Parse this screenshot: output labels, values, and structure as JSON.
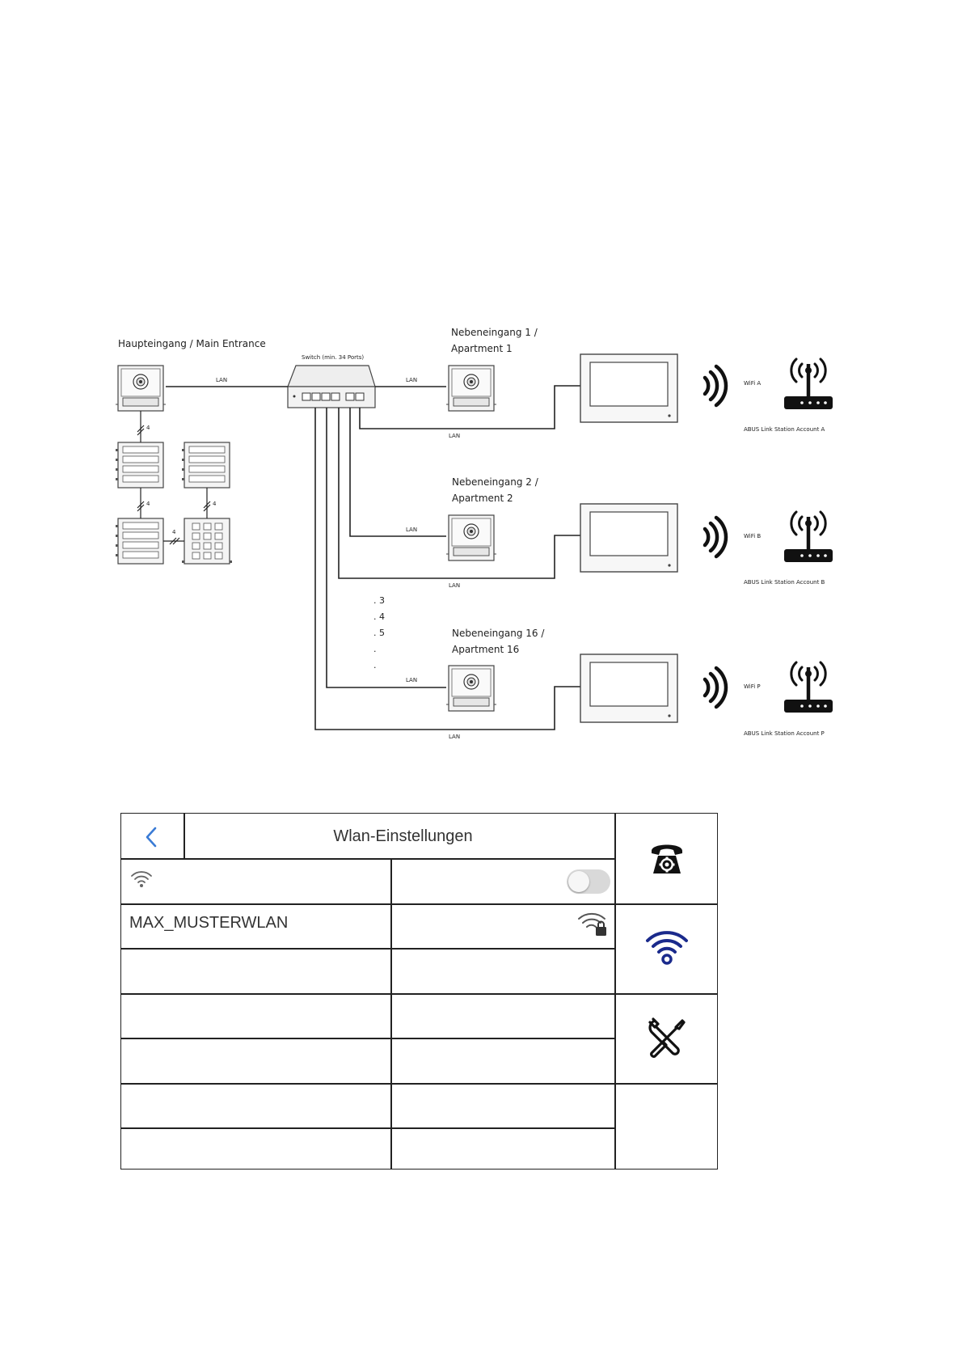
{
  "diagram": {
    "main_entrance_label": "Haupteingang / Main Entrance",
    "switch_label": "Switch (min. 34 Ports)",
    "lan": "LAN",
    "bus_count": "4",
    "apartments": [
      {
        "line1": "Nebeneingang 1 /",
        "line2": "Apartment 1",
        "wifi": "WiFi A",
        "account": "ABUS Link Station Account A"
      },
      {
        "line1": "Nebeneingang 2 /",
        "line2": "Apartment 2",
        "wifi": "WiFi B",
        "account": "ABUS Link Station Account B"
      },
      {
        "line1": "Nebeneingang 16 /",
        "line2": "Apartment 16",
        "wifi": "WiFi P",
        "account": "ABUS Link Station Account P"
      }
    ],
    "ellipsis": [
      ". 3",
      ". 4",
      ". 5",
      ".",
      "."
    ]
  },
  "panel": {
    "title": "Wlan-Einstellungen",
    "ssid": "MAX_MUSTERWLAN",
    "wifi_toggle_on": false,
    "colors": {
      "back_arrow": "#3a7bd5",
      "wifi_active": "#1a2a8c",
      "border": "#222222"
    },
    "icons": [
      "back-arrow-icon",
      "wifi-icon",
      "toggle-switch",
      "wifi-lock-icon",
      "phone-settings-icon",
      "wifi-active-icon",
      "tools-icon"
    ]
  }
}
